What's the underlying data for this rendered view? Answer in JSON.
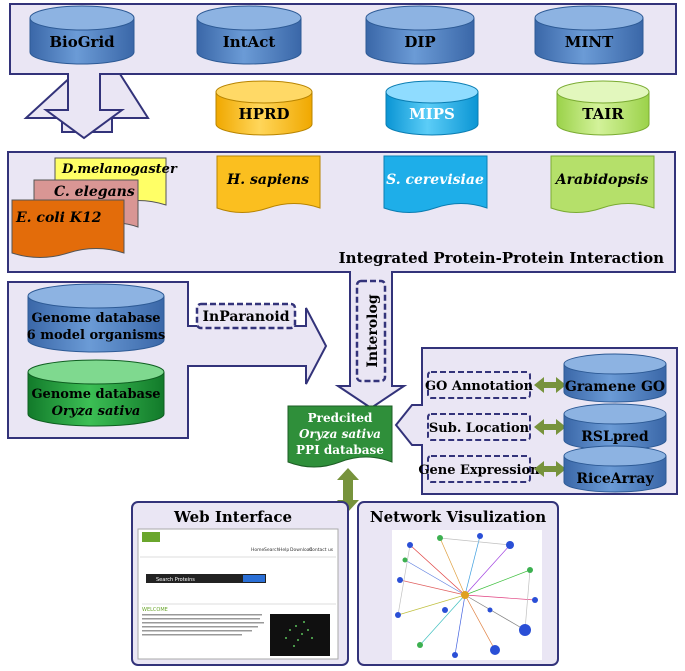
{
  "databases_top": [
    "BioGrid",
    "IntAct",
    "DIP",
    "MINT"
  ],
  "databases_mid": [
    "HPRD",
    "MIPS",
    "TAIR"
  ],
  "organisms": {
    "stack": [
      "D.melanogaster",
      "C. elegans",
      "E. coli K12"
    ],
    "h_sapiens": "H. sapiens",
    "s_cerevisiae": "S. cerevisiae",
    "arabidopsis": "Arabidopsis"
  },
  "integrated_label": "Integrated Protein-Protein Interaction",
  "genome_db1": [
    "Genome database",
    "6 model organisms"
  ],
  "genome_db2": [
    "Genome database",
    "Oryza sativa"
  ],
  "inparanoid": "InParanoid",
  "interolog": "Interolog",
  "predicted": [
    "Predcited",
    "Oryza sativa",
    "PPI database"
  ],
  "annotations": [
    {
      "label": "GO Annotation",
      "db": "Gramene GO"
    },
    {
      "label": "Sub. Location",
      "db": "RSLpred"
    },
    {
      "label": "Gene Expression",
      "db": "RiceArray"
    }
  ],
  "web_interface": {
    "title": "Web Interface",
    "nav": [
      "Home",
      "Search",
      "Help",
      "Download",
      "Contact us"
    ],
    "search_button": "Search Proteins",
    "welcome": "WELCOME"
  },
  "network_title": "Network Visulization",
  "colors": {
    "panel_fill": "#eae6f4",
    "panel_border": "#33337a",
    "cyl_blue": "#4f81bd",
    "cyl_orange": "#fbbf1f",
    "cyl_cyan": "#1eaee9",
    "cyl_lightgreen": "#b5e06a",
    "cyl_green": "#1f9b3a",
    "doc_yellow": "#ffff66",
    "doc_pink": "#d99694",
    "doc_orange": "#e36c0a",
    "doc_green": "#2f8f3a",
    "arrow_green": "#77933c"
  }
}
